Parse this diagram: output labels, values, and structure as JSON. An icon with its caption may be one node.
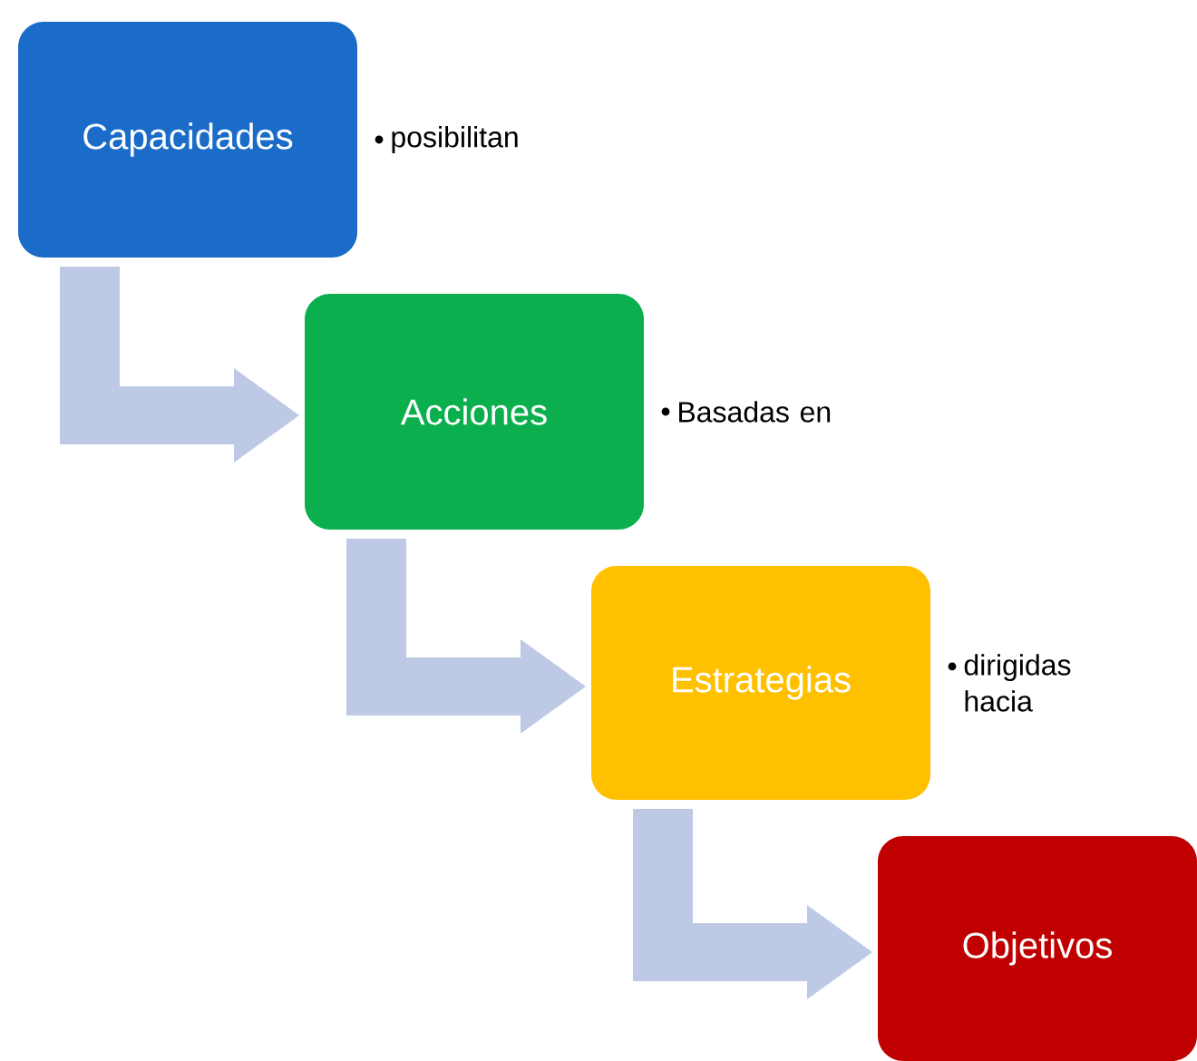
{
  "diagram": {
    "nodes": [
      {
        "text": [
          "Capacidades"
        ],
        "beside": [
          "posibilitan"
        ]
      },
      {
        "text": [
          "Acciones"
        ],
        "beside": [
          "Basadas en"
        ]
      },
      {
        "text": [
          "Estrategias"
        ],
        "beside": [
          "dirigidas hacia"
        ]
      },
      {
        "text": [
          "Objetivos"
        ]
      }
    ],
    "edges": [
      {
        "from": 0,
        "to": 1,
        "arrow": "to"
      },
      {
        "from": 1,
        "to": 2,
        "arrow": "to"
      },
      {
        "from": 2,
        "to": 3,
        "arrow": "to"
      }
    ]
  }
}
